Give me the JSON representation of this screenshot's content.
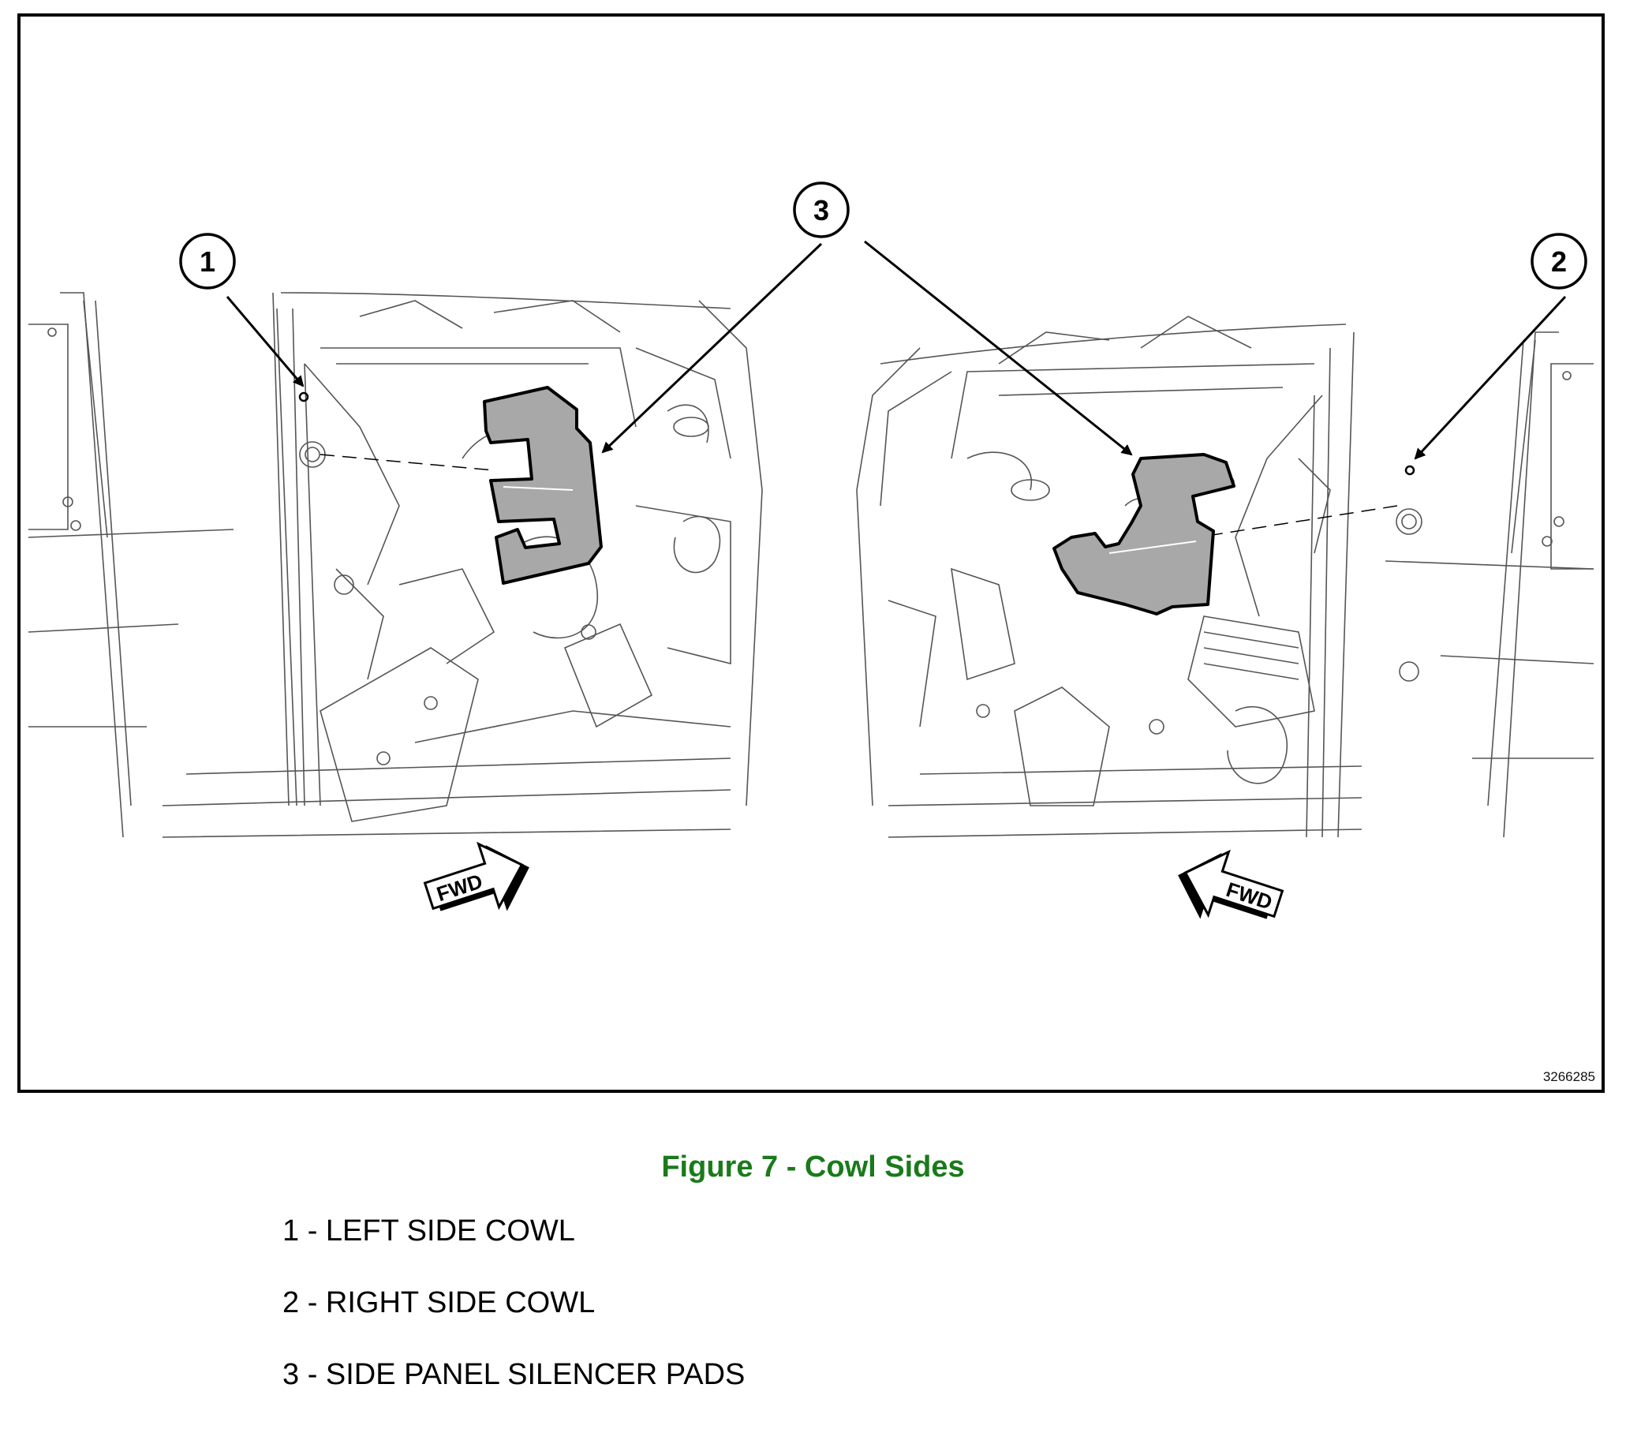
{
  "figure": {
    "title": "Figure 7 - Cowl Sides",
    "reference_number": "3266285"
  },
  "callouts": [
    {
      "number": "1",
      "points_to": "left side cowl"
    },
    {
      "number": "2",
      "points_to": "right side cowl"
    },
    {
      "number": "3",
      "points_to": "side panel silencer pads"
    }
  ],
  "direction_labels": {
    "left": "FWD",
    "right": "FWD"
  },
  "legend": [
    "1 - LEFT SIDE COWL",
    "2 - RIGHT SIDE COWL",
    "3 - SIDE PANEL SILENCER PADS"
  ],
  "colors": {
    "caption": "#1a7a1a",
    "pad_fill": "#a8a8a8",
    "line_art": "#555555"
  }
}
